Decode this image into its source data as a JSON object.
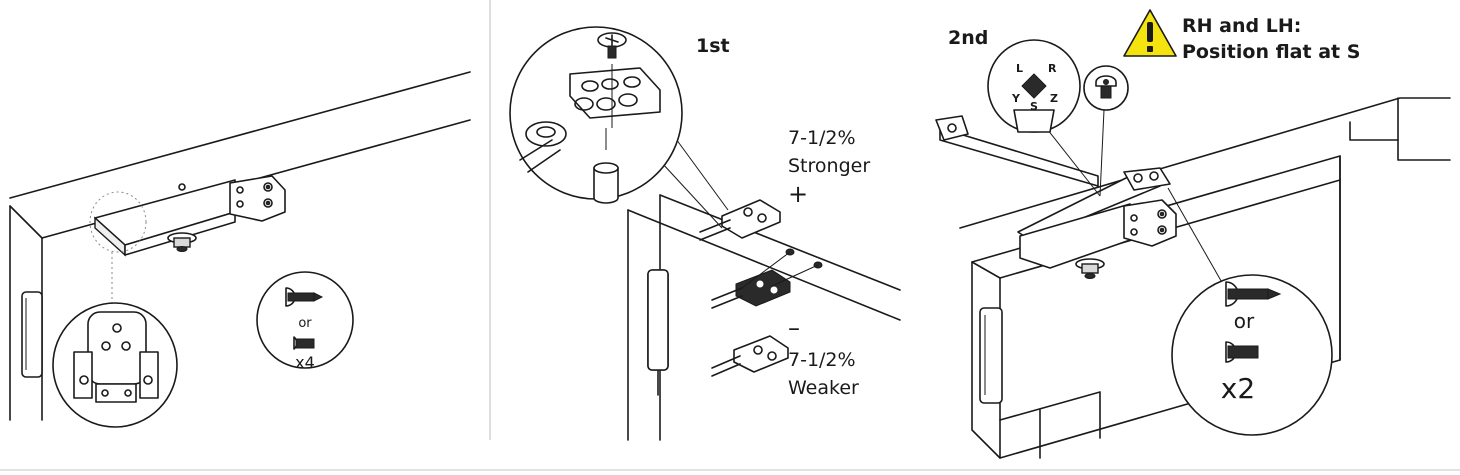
{
  "panel_left": {
    "screw_option_word": "or",
    "screw_count": "x4"
  },
  "panel_mid": {
    "step_label": "1st",
    "stronger_pct": "7-1/2%",
    "stronger_word": "Stronger",
    "plus_sign": "+",
    "minus_sign": "–",
    "weaker_pct": "7-1/2%",
    "weaker_word": "Weaker"
  },
  "panel_right": {
    "step_label": "2nd",
    "warning_line1": "RH and LH:",
    "warning_line2": "Position flat at S",
    "screw_option_word": "or",
    "screw_count": "x2",
    "dial_letters": [
      "L",
      "R",
      "S",
      "Y",
      "Z"
    ]
  },
  "colors": {
    "line": "#1a1a1a",
    "warning_fill": "#f5e30f",
    "divider": "#c8c8c8"
  }
}
